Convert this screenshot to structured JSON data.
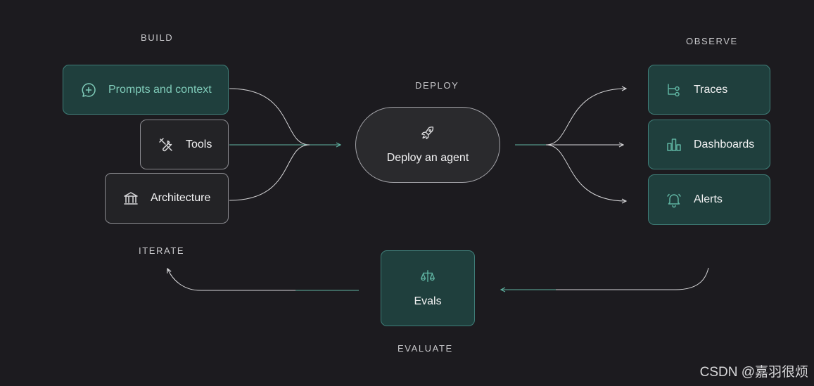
{
  "sections": {
    "build": "BUILD",
    "deploy": "DEPLOY",
    "observe": "OBSERVE",
    "iterate": "ITERATE",
    "evaluate": "EVALUATE"
  },
  "build_items": [
    {
      "label": "Prompts and context",
      "icon": "chat-plus-icon"
    },
    {
      "label": "Tools",
      "icon": "tools-icon"
    },
    {
      "label": "Architecture",
      "icon": "bank-building-icon"
    }
  ],
  "deploy": {
    "label": "Deploy an agent",
    "icon": "rocket-icon"
  },
  "observe_items": [
    {
      "label": "Traces",
      "icon": "traces-icon"
    },
    {
      "label": "Dashboards",
      "icon": "bar-chart-icon"
    },
    {
      "label": "Alerts",
      "icon": "bell-icon"
    }
  ],
  "evals": {
    "label": "Evals",
    "icon": "scale-icon"
  },
  "watermark": "CSDN @嘉羽很烦",
  "colors": {
    "background": "#1c1b1f",
    "teal_fill": "#1f3f3d",
    "teal_border": "#3f7e78",
    "teal_accent": "#5fb3a1",
    "highlight_text": "#7fcbb9"
  }
}
